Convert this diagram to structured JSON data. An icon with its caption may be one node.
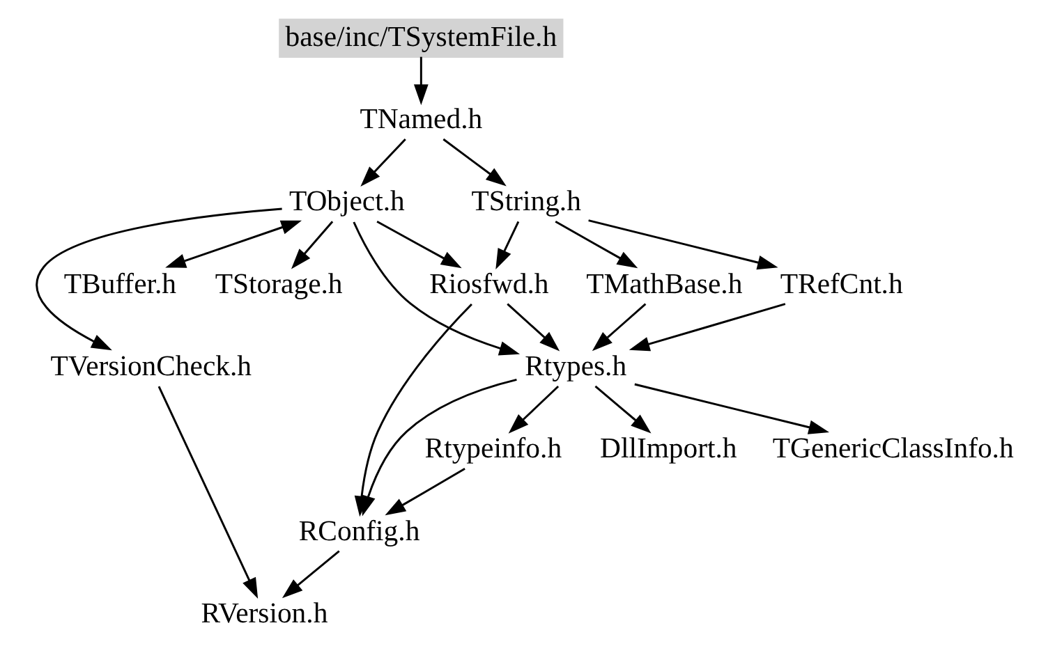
{
  "diagram": {
    "nodes": [
      {
        "text": [
          "base/inc/TSystemFile.h"
        ]
      },
      {
        "text": [
          "TNamed.h"
        ]
      },
      {
        "text": [
          "TObject.h"
        ]
      },
      {
        "text": [
          "TString.h"
        ]
      },
      {
        "text": [
          "TBuffer.h"
        ]
      },
      {
        "text": [
          "TStorage.h"
        ]
      },
      {
        "text": [
          "Riosfwd.h"
        ]
      },
      {
        "text": [
          "TRefCnt.h"
        ]
      },
      {
        "text": [
          "TMathBase.h"
        ]
      },
      {
        "text": [
          "TVersionCheck.h"
        ]
      },
      {
        "text": [
          "Rtypes.h"
        ]
      },
      {
        "text": [
          "DllImport.h"
        ]
      },
      {
        "text": [
          "TGenericClassInfo.h"
        ]
      },
      {
        "text": [
          "Rtypeinfo.h"
        ]
      },
      {
        "text": [
          "RConfig.h"
        ]
      },
      {
        "text": [
          "RVersion.h"
        ]
      }
    ],
    "edges": [
      {
        "from": 0,
        "to": 1,
        "arrow": "to"
      },
      {
        "from": 1,
        "to": 2,
        "arrow": "to"
      },
      {
        "from": 1,
        "to": 3,
        "arrow": "to"
      },
      {
        "from": 2,
        "to": 4,
        "arrow": "both"
      },
      {
        "from": 2,
        "to": 5,
        "arrow": "to"
      },
      {
        "from": 2,
        "to": 6,
        "arrow": "to"
      },
      {
        "from": 2,
        "to": 10,
        "arrow": "to"
      },
      {
        "from": 2,
        "to": 9,
        "arrow": "to"
      },
      {
        "from": 3,
        "to": 6,
        "arrow": "to"
      },
      {
        "from": 3,
        "to": 7,
        "arrow": "to"
      },
      {
        "from": 3,
        "to": 8,
        "arrow": "to"
      },
      {
        "from": 6,
        "to": 10,
        "arrow": "to"
      },
      {
        "from": 6,
        "to": 14,
        "arrow": "to"
      },
      {
        "from": 7,
        "to": 10,
        "arrow": "to"
      },
      {
        "from": 8,
        "to": 10,
        "arrow": "to"
      },
      {
        "from": 10,
        "to": 11,
        "arrow": "to"
      },
      {
        "from": 10,
        "to": 12,
        "arrow": "to"
      },
      {
        "from": 10,
        "to": 13,
        "arrow": "to"
      },
      {
        "from": 10,
        "to": 14,
        "arrow": "to"
      },
      {
        "from": 13,
        "to": 14,
        "arrow": "to"
      },
      {
        "from": 9,
        "to": 15,
        "arrow": "to"
      },
      {
        "from": 14,
        "to": 15,
        "arrow": "to"
      }
    ]
  }
}
